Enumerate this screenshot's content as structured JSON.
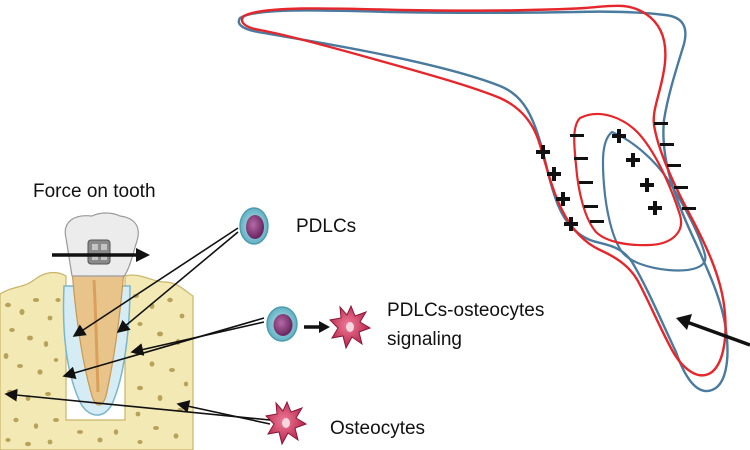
{
  "labels": {
    "force": "Force on tooth",
    "pdlcs": "PDLCs",
    "signaling_line1": "PDLCs-osteocytes",
    "signaling_line2": "signaling",
    "osteocytes": "Osteocytes"
  },
  "colors": {
    "outline_red": "#e5262b",
    "outline_blue": "#4a7a9e",
    "bone": "#f3e9b4",
    "bone_dots": "#b7a25a",
    "root": "#e8c48a",
    "pdl": "#d6ecf4",
    "pdl_edge": "#7ab6cc",
    "cell_outer": "#6fbbc9",
    "cell_nucleus": "#8a3b7a",
    "osteocyte": "#c72f55",
    "arrow": "#111111"
  },
  "icons": {
    "pdlc": "pdlc-cell-icon",
    "osteocyte": "osteocyte-cell-icon",
    "bracket": "orthodontic-bracket-icon"
  }
}
